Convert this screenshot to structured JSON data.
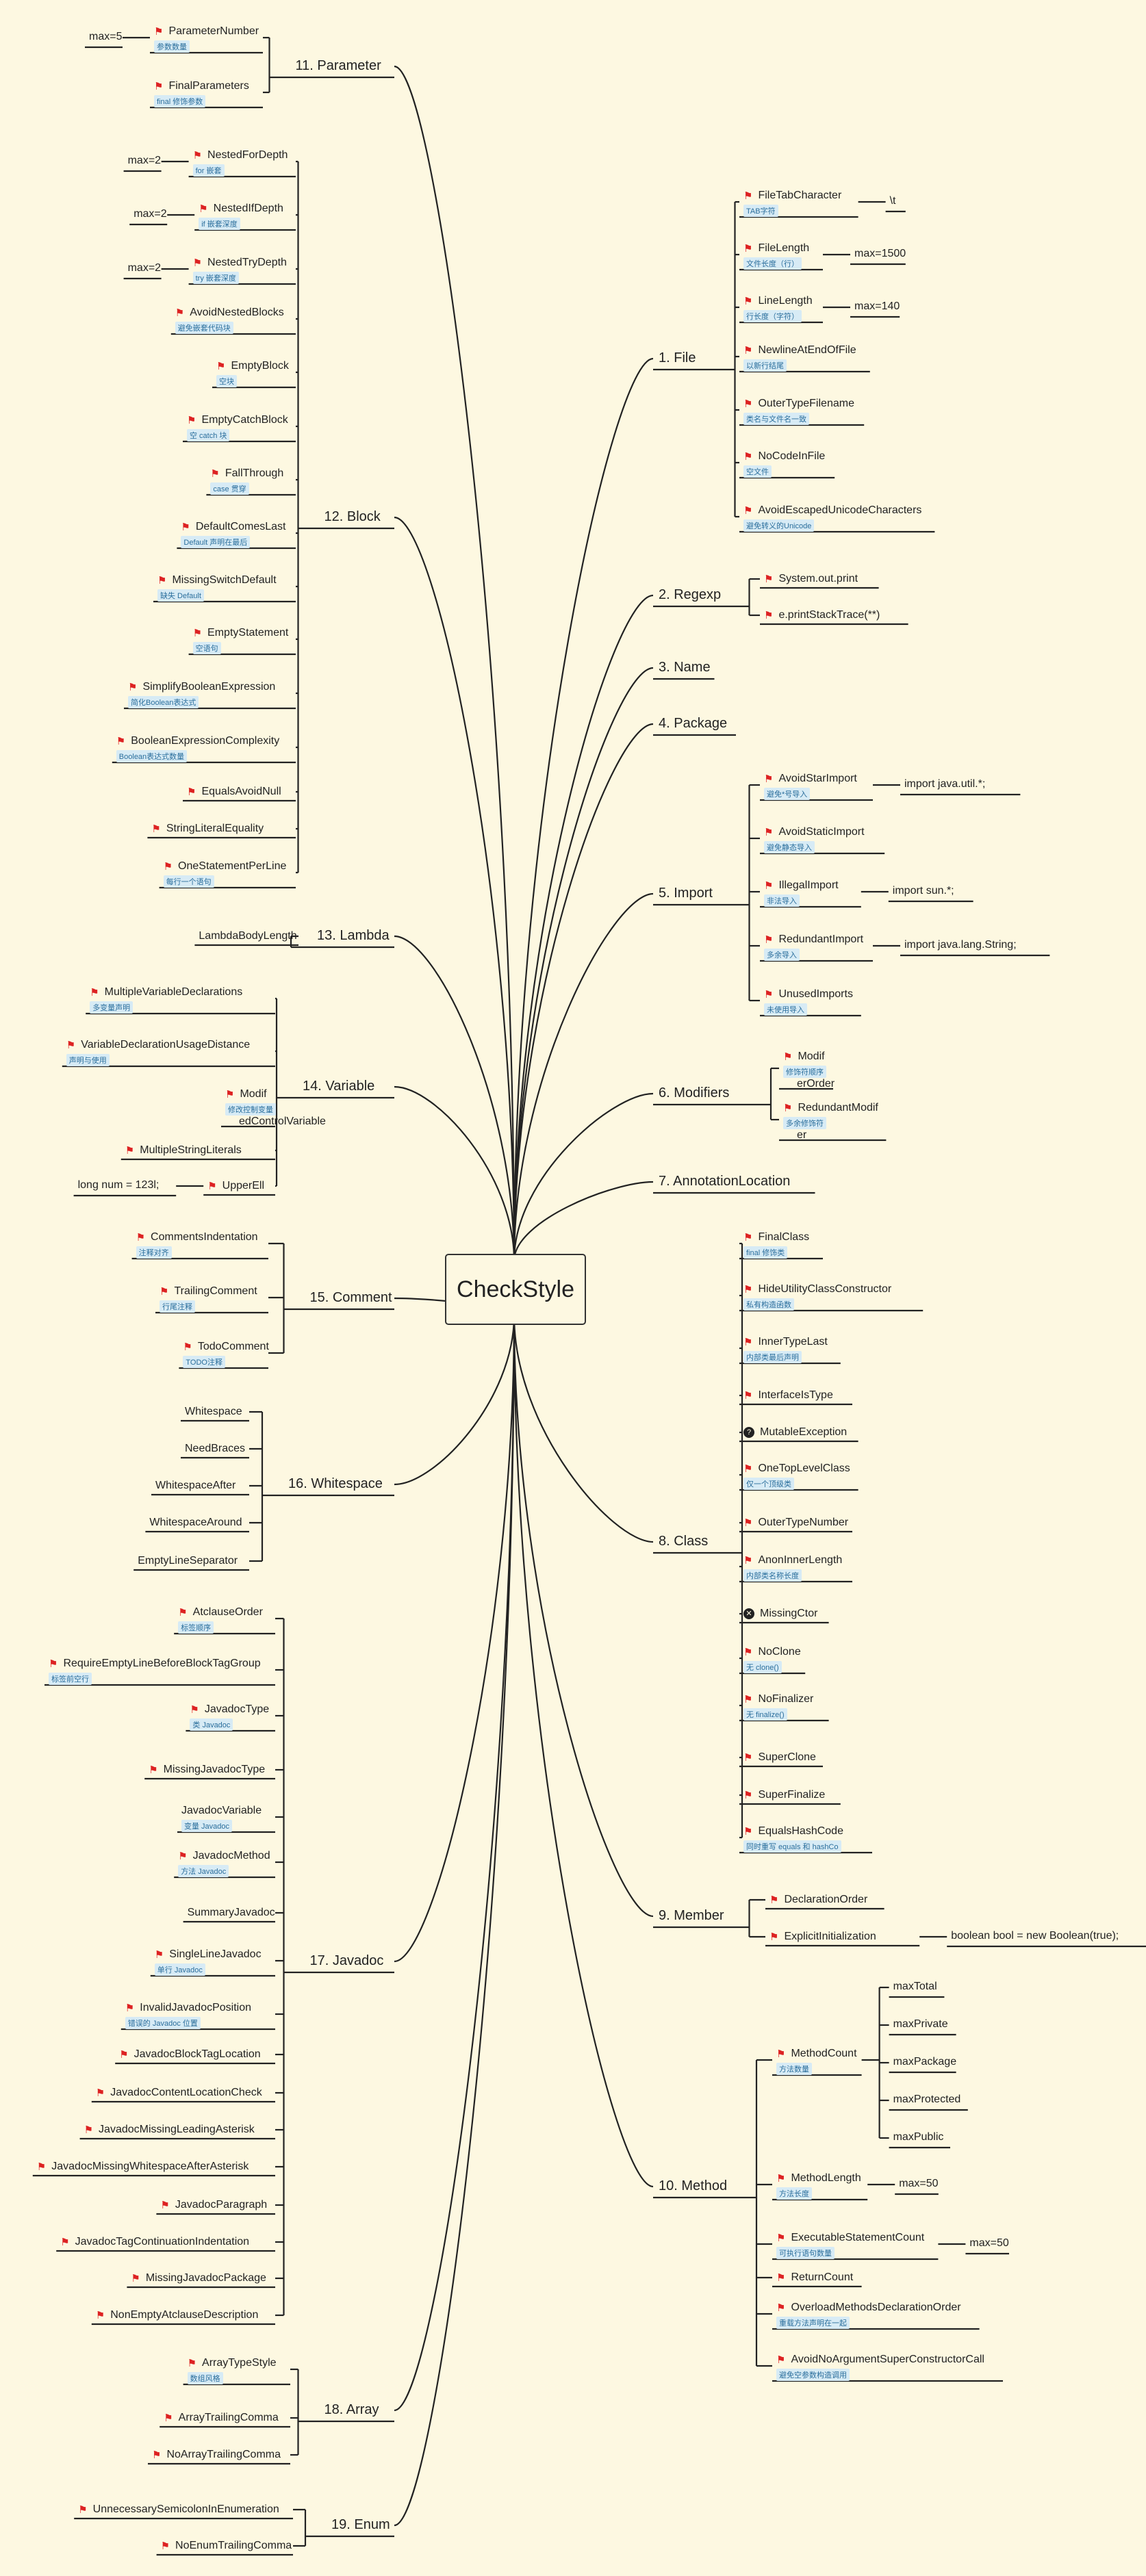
{
  "title": "CheckStyle",
  "colors": {
    "background": "#fdf8e1",
    "line": "#222222",
    "flag": "#dd2222",
    "tag_bg": "#d7ebf5",
    "tag_text": "#2a6e9c"
  },
  "branches": [
    {
      "label": "1. File",
      "children": [
        {
          "label": "FileTabCharacter",
          "note": "TAB字符",
          "value": "\\t"
        },
        {
          "label": "FileLength",
          "note": "文件长度（行）",
          "value": "max=1500"
        },
        {
          "label": "LineLength",
          "note": "行长度（字符）",
          "value": "max=140"
        },
        {
          "label": "NewlineAtEndOfFile",
          "note": "以新行结尾"
        },
        {
          "label": "OuterTypeFilename",
          "note": "类名与文件名一致"
        },
        {
          "label": "NoCodeInFile",
          "note": "空文件"
        },
        {
          "label": "AvoidEscapedUnicodeCharacters",
          "note": "避免转义的Unicode"
        }
      ]
    },
    {
      "label": "2. Regexp",
      "children": [
        {
          "label": "System.out.print"
        },
        {
          "label": "e.printStackTrace(**)"
        }
      ]
    },
    {
      "label": "3. Name",
      "children": []
    },
    {
      "label": "4. Package",
      "children": []
    },
    {
      "label": "5. Import",
      "children": [
        {
          "label": "AvoidStarImport",
          "note": "避免*号导入",
          "value": "import java.util.*;"
        },
        {
          "label": "AvoidStaticImport",
          "note": "避免静态导入"
        },
        {
          "label": "IllegalImport",
          "note": "非法导入",
          "value": "import sun.*;"
        },
        {
          "label": "RedundantImport",
          "note": "多余导入",
          "value": "import java.lang.String;"
        },
        {
          "label": "UnusedImports",
          "note": "未使用导入"
        }
      ]
    },
    {
      "label": "6. Modifiers",
      "children": [
        {
          "label": "Modif",
          "note": "修饰符顺序",
          "extra": "erOrder"
        },
        {
          "label": "RedundantModif",
          "note": "多余修饰符",
          "extra": "er"
        }
      ]
    },
    {
      "label": "7. AnnotationLocation",
      "children": []
    },
    {
      "label": "8. Class",
      "children": [
        {
          "label": "FinalClass",
          "note": "final 修饰类"
        },
        {
          "label": "HideUtilityClassConstructor",
          "note": "私有构造函数"
        },
        {
          "label": "InnerTypeLast",
          "note": "内部类最后声明"
        },
        {
          "label": "InterfaceIsType"
        },
        {
          "label": "MutableException",
          "icon": "question"
        },
        {
          "label": "OneTopLevelClass",
          "note": "仅一个顶级类"
        },
        {
          "label": "OuterTypeNumber"
        },
        {
          "label": "AnonInnerLength",
          "note": "内部类名称长度"
        },
        {
          "label": "MissingCtor",
          "icon": "cross"
        },
        {
          "label": "NoClone",
          "note": "无 clone()"
        },
        {
          "label": "NoFinalizer",
          "note": "无 finalize()"
        },
        {
          "label": "SuperClone"
        },
        {
          "label": "SuperFinalize"
        },
        {
          "label": "EqualsHashCode",
          "note": "同时重写 equals 和 hashCo"
        }
      ]
    },
    {
      "label": "9. Member",
      "children": [
        {
          "label": "DeclarationOrder"
        },
        {
          "label": "ExplicitInitialization",
          "value": "boolean bool = new Boolean(true);"
        }
      ]
    },
    {
      "label": "10. Method",
      "children": [
        {
          "label": "MethodCount",
          "note": "方法数量",
          "values": [
            "maxTotal",
            "maxPrivate",
            "maxPackage",
            "maxProtected",
            "maxPublic"
          ]
        },
        {
          "label": "MethodLength",
          "note": "方法长度",
          "value": "max=50"
        },
        {
          "label": "ExecutableStatementCount",
          "note": "可执行语句数量",
          "value": "max=50"
        },
        {
          "label": "ReturnCount"
        },
        {
          "label": "OverloadMethodsDeclarationOrder",
          "note": "重载方法声明在一起"
        },
        {
          "label": "AvoidNoArgumentSuperConstructorCall",
          "note": "避免空参数构造调用"
        }
      ]
    },
    {
      "label": "11. Parameter",
      "children": [
        {
          "label": "ParameterNumber",
          "note": "参数数量",
          "value": "max=5"
        },
        {
          "label": "FinalParameters",
          "note": "final 修饰参数"
        }
      ]
    },
    {
      "label": "12. Block",
      "children": [
        {
          "label": "NestedForDepth",
          "note": "for 嵌套",
          "value": "max=2"
        },
        {
          "label": "NestedIfDepth",
          "note": "if 嵌套深度",
          "value": "max=2"
        },
        {
          "label": "NestedTryDepth",
          "note": "try 嵌套深度",
          "value": "max=2"
        },
        {
          "label": "AvoidNestedBlocks",
          "note": "避免嵌套代码块"
        },
        {
          "label": "EmptyBlock",
          "note": "空块"
        },
        {
          "label": "EmptyCatchBlock",
          "note": "空 catch 块"
        },
        {
          "label": "FallThrough",
          "note": "case 贯穿"
        },
        {
          "label": "DefaultComesLast",
          "note": "Default 声明在最后"
        },
        {
          "label": "MissingSwitchDefault",
          "note": "缺失 Default"
        },
        {
          "label": "EmptyStatement",
          "note": "空语句"
        },
        {
          "label": "SimplifyBooleanExpression",
          "note": "简化Boolean表达式"
        },
        {
          "label": "BooleanExpressionComplexity",
          "note": "Boolean表达式数量"
        },
        {
          "label": "EqualsAvoidNull"
        },
        {
          "label": "StringLiteralEquality"
        },
        {
          "label": "OneStatementPerLine",
          "note": "每行一个语句"
        }
      ]
    },
    {
      "label": "13. Lambda",
      "children": [
        {
          "label": "LambdaBodyLength",
          "plain": true
        }
      ]
    },
    {
      "label": "14. Variable",
      "children": [
        {
          "label": "MultipleVariableDeclarations",
          "note": "多变量声明"
        },
        {
          "label": "VariableDeclarationUsageDistance",
          "note": "声明与使用"
        },
        {
          "label": "Modif",
          "note": "修改控制变量",
          "extra": "edControlVariable"
        },
        {
          "label": "MultipleStringLiterals"
        },
        {
          "label": "UpperEll",
          "value": "long num = 123l;"
        }
      ]
    },
    {
      "label": "15. Comment",
      "children": [
        {
          "label": "CommentsIndentation",
          "note": "注释对齐"
        },
        {
          "label": "TrailingComment",
          "note": "行尾注释"
        },
        {
          "label": "TodoComment",
          "note": "TODO注释"
        }
      ]
    },
    {
      "label": "16. Whitespace",
      "children": [
        {
          "label": "Whitespace",
          "plain": true
        },
        {
          "label": "NeedBraces",
          "plain": true
        },
        {
          "label": "WhitespaceAfter",
          "plain": true
        },
        {
          "label": "WhitespaceAround",
          "plain": true
        },
        {
          "label": "EmptyLineSeparator",
          "plain": true
        }
      ]
    },
    {
      "label": "17. Javadoc",
      "children": [
        {
          "label": "AtclauseOrder",
          "note": "标签顺序"
        },
        {
          "label": "RequireEmptyLineBeforeBlockTagGroup",
          "note": "标签前空行"
        },
        {
          "label": "JavadocType",
          "note": "类 Javadoc"
        },
        {
          "label": "MissingJavadocType"
        },
        {
          "label": "JavadocVariable",
          "note": "变量 Javadoc",
          "plain": true
        },
        {
          "label": "JavadocMethod",
          "note": "方法 Javadoc"
        },
        {
          "label": "SummaryJavadoc",
          "plain": true
        },
        {
          "label": "SingleLineJavadoc",
          "note": "单行 Javadoc"
        },
        {
          "label": "InvalidJavadocPosition",
          "note": "错误的 Javadoc 位置"
        },
        {
          "label": "JavadocBlockTagLocation"
        },
        {
          "label": "JavadocContentLocationCheck"
        },
        {
          "label": "JavadocMissingLeadingAsterisk"
        },
        {
          "label": "JavadocMissingWhitespaceAfterAsterisk"
        },
        {
          "label": "JavadocParagraph"
        },
        {
          "label": "JavadocTagContinuationIndentation"
        },
        {
          "label": "MissingJavadocPackage"
        },
        {
          "label": "NonEmptyAtclauseDescription"
        }
      ]
    },
    {
      "label": "18. Array",
      "children": [
        {
          "label": "ArrayTypeStyle",
          "note": "数组风格"
        },
        {
          "label": "ArrayTrailingComma"
        },
        {
          "label": "NoArrayTrailingComma"
        }
      ]
    },
    {
      "label": "19. Enum",
      "children": [
        {
          "label": "UnnecessarySemicolonInEnumeration"
        },
        {
          "label": "NoEnumTrailingComma"
        }
      ]
    }
  ]
}
